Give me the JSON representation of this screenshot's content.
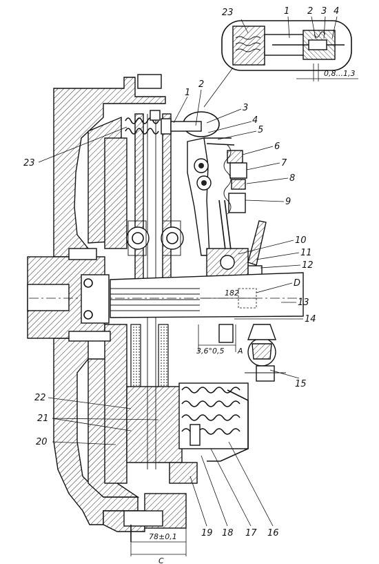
{
  "callouts": {
    "n1": "1",
    "n2": "2",
    "n3": "3",
    "n4": "4",
    "n5": "5",
    "n6": "6",
    "n7": "7",
    "n8": "8",
    "n9": "9",
    "n10": "10",
    "n11": "11",
    "n12": "12",
    "n13": "13",
    "n14": "14",
    "n15": "15",
    "n16": "16",
    "n17": "17",
    "n18": "18",
    "n19": "19",
    "n20": "20",
    "n21": "21",
    "n22": "22",
    "n23": "23",
    "nD": "D"
  },
  "detail_callouts": {
    "d23": "23",
    "d1": "1",
    "d2": "2",
    "d3": "3",
    "d4": "4"
  },
  "dimensions": {
    "gap": "0,8...1,3",
    "shaft": "182",
    "angle": "3,6°0,5",
    "pin": "A",
    "bottom": "78±0,1",
    "bottom_c": "C"
  }
}
